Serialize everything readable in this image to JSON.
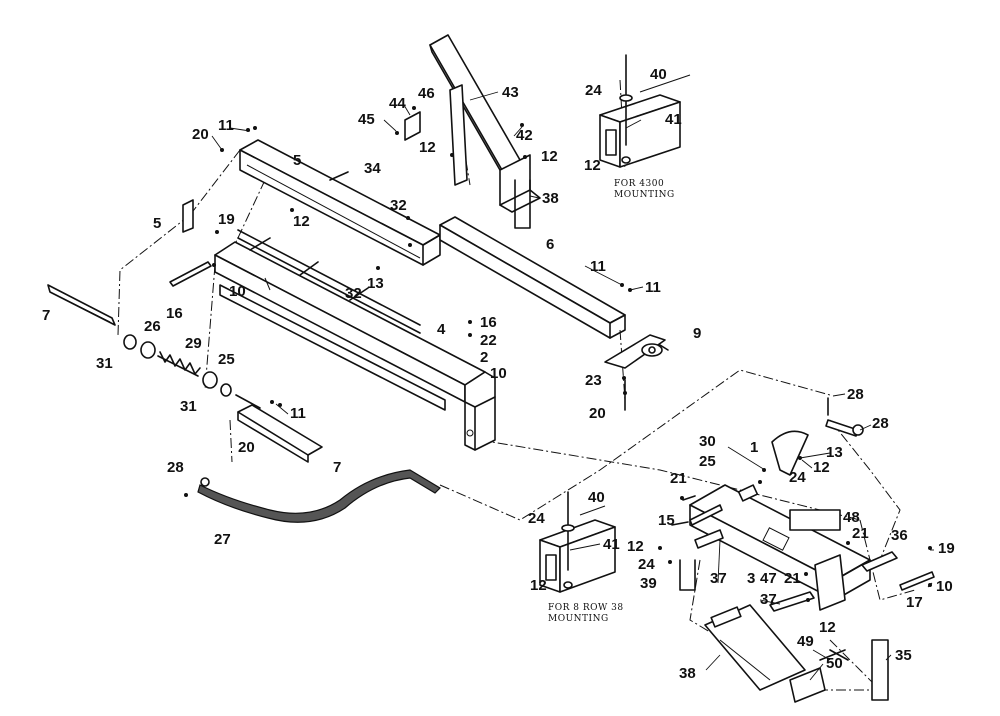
{
  "callouts": [
    {
      "id": "c1",
      "text": "1"
    },
    {
      "id": "c2",
      "text": "2"
    },
    {
      "id": "c3",
      "text": "3"
    },
    {
      "id": "c4",
      "text": "4"
    },
    {
      "id": "c5a",
      "text": "5"
    },
    {
      "id": "c5b",
      "text": "5"
    },
    {
      "id": "c6",
      "text": "6"
    },
    {
      "id": "c7a",
      "text": "7"
    },
    {
      "id": "c7b",
      "text": "7"
    },
    {
      "id": "c9",
      "text": "9"
    },
    {
      "id": "c10a",
      "text": "10"
    },
    {
      "id": "c10b",
      "text": "10"
    },
    {
      "id": "c10c",
      "text": "10"
    },
    {
      "id": "c11a",
      "text": "11"
    },
    {
      "id": "c11b",
      "text": "11"
    },
    {
      "id": "c11c",
      "text": "11"
    },
    {
      "id": "c11d",
      "text": "11"
    },
    {
      "id": "c12a",
      "text": "12"
    },
    {
      "id": "c12b",
      "text": "12"
    },
    {
      "id": "c12c",
      "text": "12"
    },
    {
      "id": "c12d",
      "text": "12"
    },
    {
      "id": "c12e",
      "text": "12"
    },
    {
      "id": "c12f",
      "text": "12"
    },
    {
      "id": "c12g",
      "text": "12"
    },
    {
      "id": "c12h",
      "text": "12"
    },
    {
      "id": "c13a",
      "text": "13"
    },
    {
      "id": "c13b",
      "text": "13"
    },
    {
      "id": "c15",
      "text": "15"
    },
    {
      "id": "c16a",
      "text": "16"
    },
    {
      "id": "c16b",
      "text": "16"
    },
    {
      "id": "c17",
      "text": "17"
    },
    {
      "id": "c19a",
      "text": "19"
    },
    {
      "id": "c19b",
      "text": "19"
    },
    {
      "id": "c20a",
      "text": "20"
    },
    {
      "id": "c20b",
      "text": "20"
    },
    {
      "id": "c20c",
      "text": "20"
    },
    {
      "id": "c21a",
      "text": "21"
    },
    {
      "id": "c21b",
      "text": "21"
    },
    {
      "id": "c21c",
      "text": "21"
    },
    {
      "id": "c22",
      "text": "22"
    },
    {
      "id": "c23",
      "text": "23"
    },
    {
      "id": "c24a",
      "text": "24"
    },
    {
      "id": "c24b",
      "text": "24"
    },
    {
      "id": "c24c",
      "text": "24"
    },
    {
      "id": "c24d",
      "text": "24"
    },
    {
      "id": "c25a",
      "text": "25"
    },
    {
      "id": "c25b",
      "text": "25"
    },
    {
      "id": "c26",
      "text": "26"
    },
    {
      "id": "c27",
      "text": "27"
    },
    {
      "id": "c28a",
      "text": "28"
    },
    {
      "id": "c28b",
      "text": "28"
    },
    {
      "id": "c28c",
      "text": "28"
    },
    {
      "id": "c29",
      "text": "29"
    },
    {
      "id": "c30",
      "text": "30"
    },
    {
      "id": "c31a",
      "text": "31"
    },
    {
      "id": "c31b",
      "text": "31"
    },
    {
      "id": "c32a",
      "text": "32"
    },
    {
      "id": "c32b",
      "text": "32"
    },
    {
      "id": "c34",
      "text": "34"
    },
    {
      "id": "c35",
      "text": "35"
    },
    {
      "id": "c36",
      "text": "36"
    },
    {
      "id": "c37a",
      "text": "37"
    },
    {
      "id": "c37b",
      "text": "37"
    },
    {
      "id": "c38a",
      "text": "38"
    },
    {
      "id": "c38b",
      "text": "38"
    },
    {
      "id": "c39",
      "text": "39"
    },
    {
      "id": "c40a",
      "text": "40"
    },
    {
      "id": "c40b",
      "text": "40"
    },
    {
      "id": "c41a",
      "text": "41"
    },
    {
      "id": "c41b",
      "text": "41"
    },
    {
      "id": "c42",
      "text": "42"
    },
    {
      "id": "c43",
      "text": "43"
    },
    {
      "id": "c44",
      "text": "44"
    },
    {
      "id": "c45",
      "text": "45"
    },
    {
      "id": "c46",
      "text": "46"
    },
    {
      "id": "c47",
      "text": "47"
    },
    {
      "id": "c48",
      "text": "48"
    },
    {
      "id": "c49",
      "text": "49"
    },
    {
      "id": "c50",
      "text": "50"
    }
  ],
  "notes": {
    "mount_4300_line1": "FOR 4300",
    "mount_4300_line2": "MOUNTING",
    "mount_8row_line1": "FOR 8 ROW 38",
    "mount_8row_line2": "MOUNTING"
  },
  "colors": {
    "ink": "#111111",
    "paper": "#ffffff",
    "chain_fill": "#555555"
  }
}
